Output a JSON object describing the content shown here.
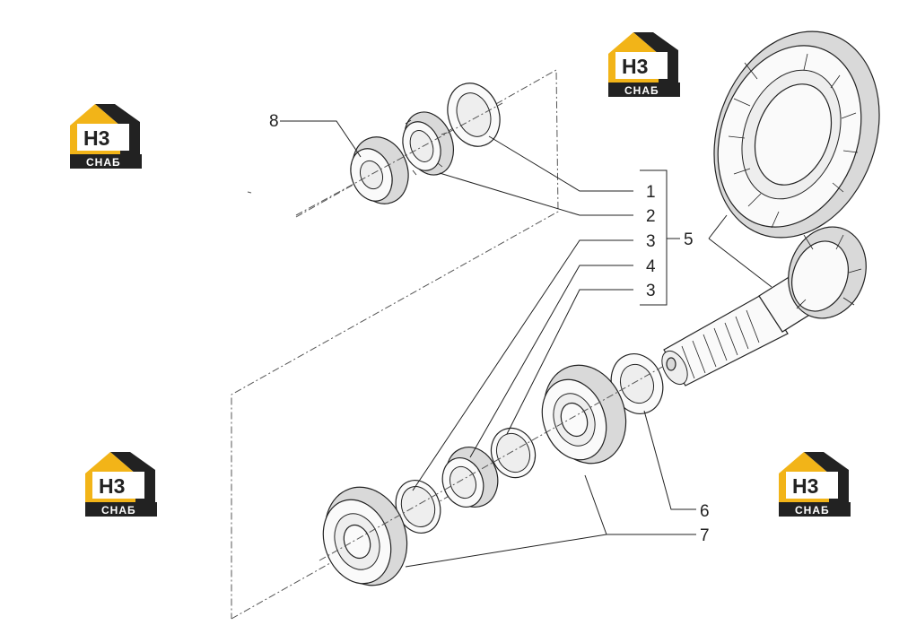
{
  "callouts": {
    "c1": "1",
    "c2": "2",
    "c3a": "3",
    "c4": "4",
    "c3b": "3",
    "c5": "5",
    "c6": "6",
    "c7": "7",
    "c8": "8"
  },
  "watermark": {
    "top": "H3",
    "bottom": "CHAБ"
  },
  "colors": {
    "logo_yellow": "#f2b418",
    "logo_dark": "#222222",
    "line": "#222222"
  }
}
